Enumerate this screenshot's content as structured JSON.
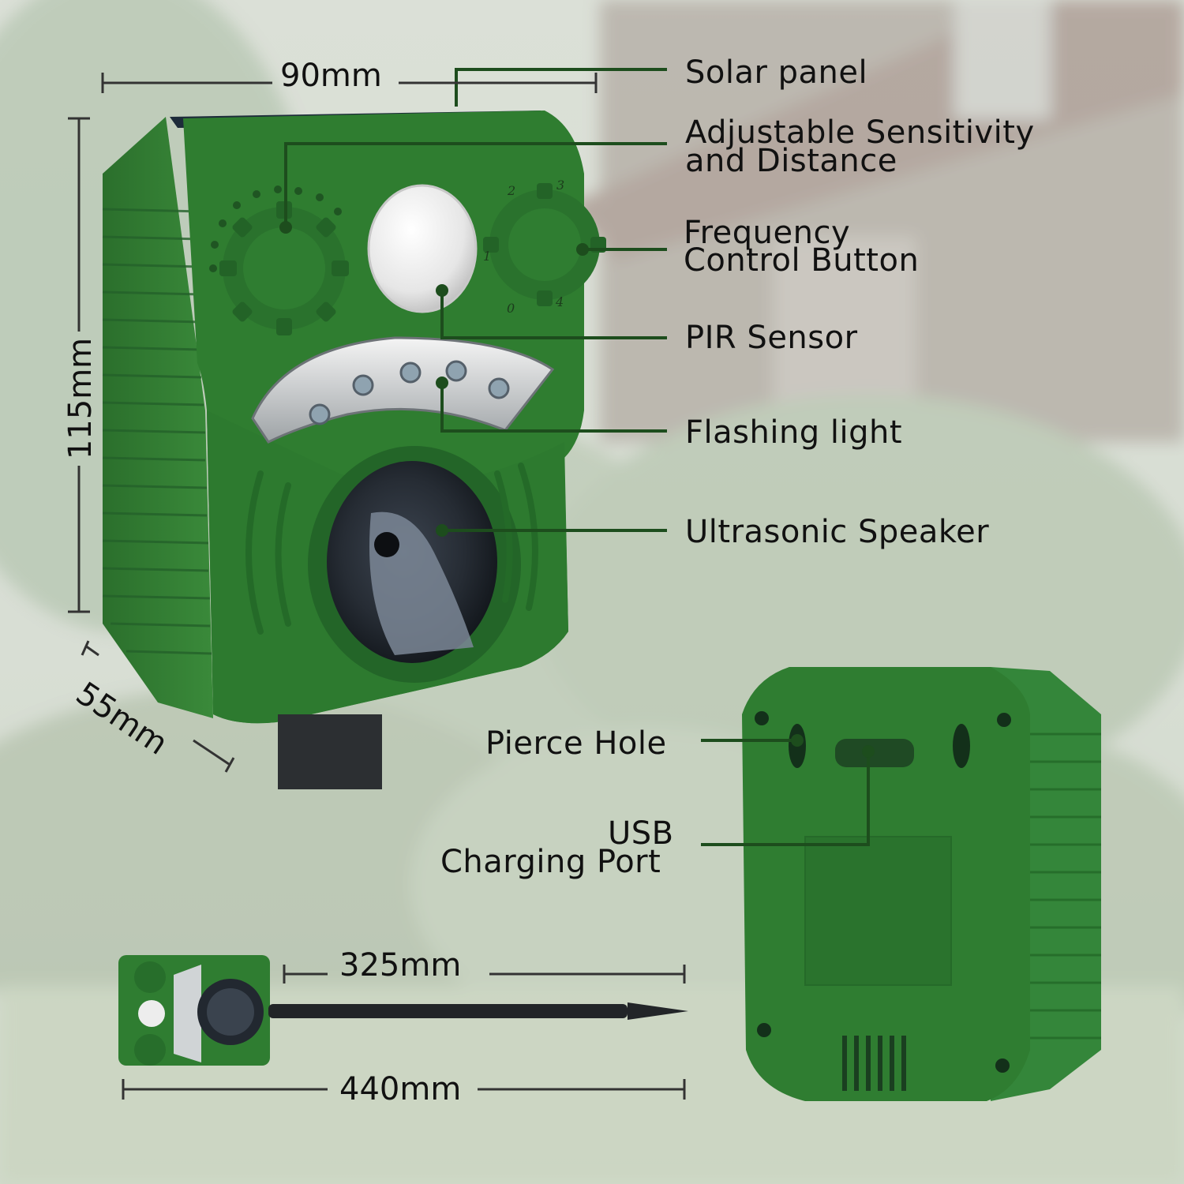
{
  "colors": {
    "device_green": "#2e7a2e",
    "device_dark": "#1f5a22",
    "leader_line": "#1d4d1d",
    "dimension_line": "#333333",
    "background_mist": "#c9d2c4"
  },
  "dimensions": {
    "width": "90mm",
    "height": "115mm",
    "depth": "55mm",
    "stake": "325mm",
    "total_length": "440mm"
  },
  "labels": {
    "solar_panel": "Solar panel",
    "sensitivity_line1": "Adjustable Sensitivity",
    "sensitivity_line2": "and Distance",
    "frequency_line1": "Frequency",
    "frequency_line2": "Control Button",
    "pir_sensor": "PIR Sensor",
    "flashing_light": "Flashing light",
    "ultrasonic_speaker": "Ultrasonic Speaker",
    "pierce_hole": "Pierce Hole",
    "usb_line1": "USB",
    "usb_line2": "Charging Port"
  },
  "dial_marks": {
    "m2": "2",
    "m3": "3",
    "m1": "1",
    "m0": "0",
    "m4": "4"
  }
}
